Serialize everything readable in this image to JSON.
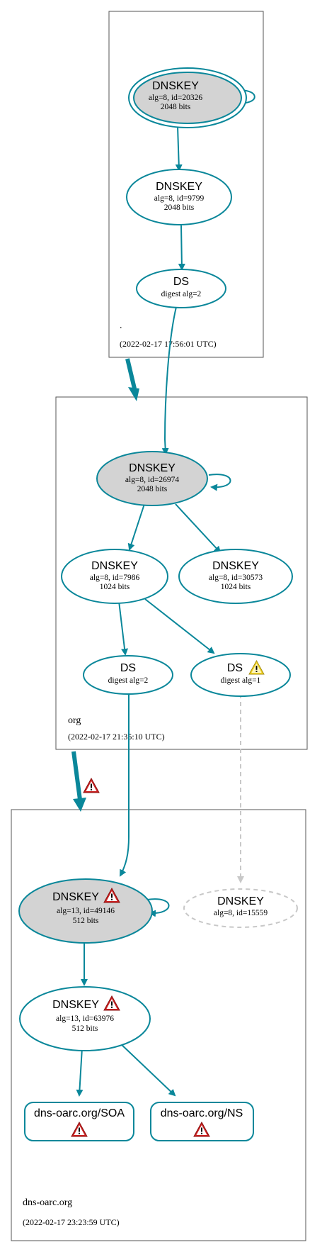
{
  "colors": {
    "edge": "#0a879a",
    "selfsign_fill": "#d3d3d3",
    "missing": "#c8c8c8",
    "warning_red": "#cc2222",
    "warning_yellow": "#f0d020",
    "zone_border": "#555555"
  },
  "zones": {
    "root": {
      "name": ".",
      "time": "(2022-02-17 17:56:01 UTC)"
    },
    "org": {
      "name": "org",
      "time": "(2022-02-17 21:35:10 UTC)"
    },
    "dnsoarc": {
      "name": "dns-oarc.org",
      "time": "(2022-02-17 23:23:59 UTC)"
    }
  },
  "nodes": {
    "root_ksk": {
      "type": "DNSKEY",
      "line1": "alg=8, id=20326",
      "line2": "2048 bits"
    },
    "root_zsk": {
      "type": "DNSKEY",
      "line1": "alg=8, id=9799",
      "line2": "2048 bits"
    },
    "root_ds": {
      "type": "DS",
      "line1": "digest alg=2"
    },
    "org_ksk": {
      "type": "DNSKEY",
      "line1": "alg=8, id=26974",
      "line2": "2048 bits"
    },
    "org_zsk1": {
      "type": "DNSKEY",
      "line1": "alg=8, id=7986",
      "line2": "1024 bits"
    },
    "org_zsk2": {
      "type": "DNSKEY",
      "line1": "alg=8, id=30573",
      "line2": "1024 bits"
    },
    "org_ds2": {
      "type": "DS",
      "line1": "digest alg=2"
    },
    "org_ds1": {
      "type": "DS",
      "line1": "digest alg=1",
      "warning": "yellow"
    },
    "oarc_ksk": {
      "type": "DNSKEY",
      "line1": "alg=13, id=49146",
      "line2": "512 bits",
      "warning": "red"
    },
    "oarc_missing": {
      "type": "DNSKEY",
      "line1": "alg=8, id=15559"
    },
    "oarc_zsk": {
      "type": "DNSKEY",
      "line1": "alg=13, id=63976",
      "line2": "512 bits",
      "warning": "red"
    },
    "oarc_soa": {
      "type": "dns-oarc.org/SOA",
      "warning": "red"
    },
    "oarc_ns": {
      "type": "dns-oarc.org/NS",
      "warning": "red"
    }
  },
  "delegations": {
    "root_to_org": {
      "warning": "none"
    },
    "org_to_oarc": {
      "warning": "red"
    }
  }
}
